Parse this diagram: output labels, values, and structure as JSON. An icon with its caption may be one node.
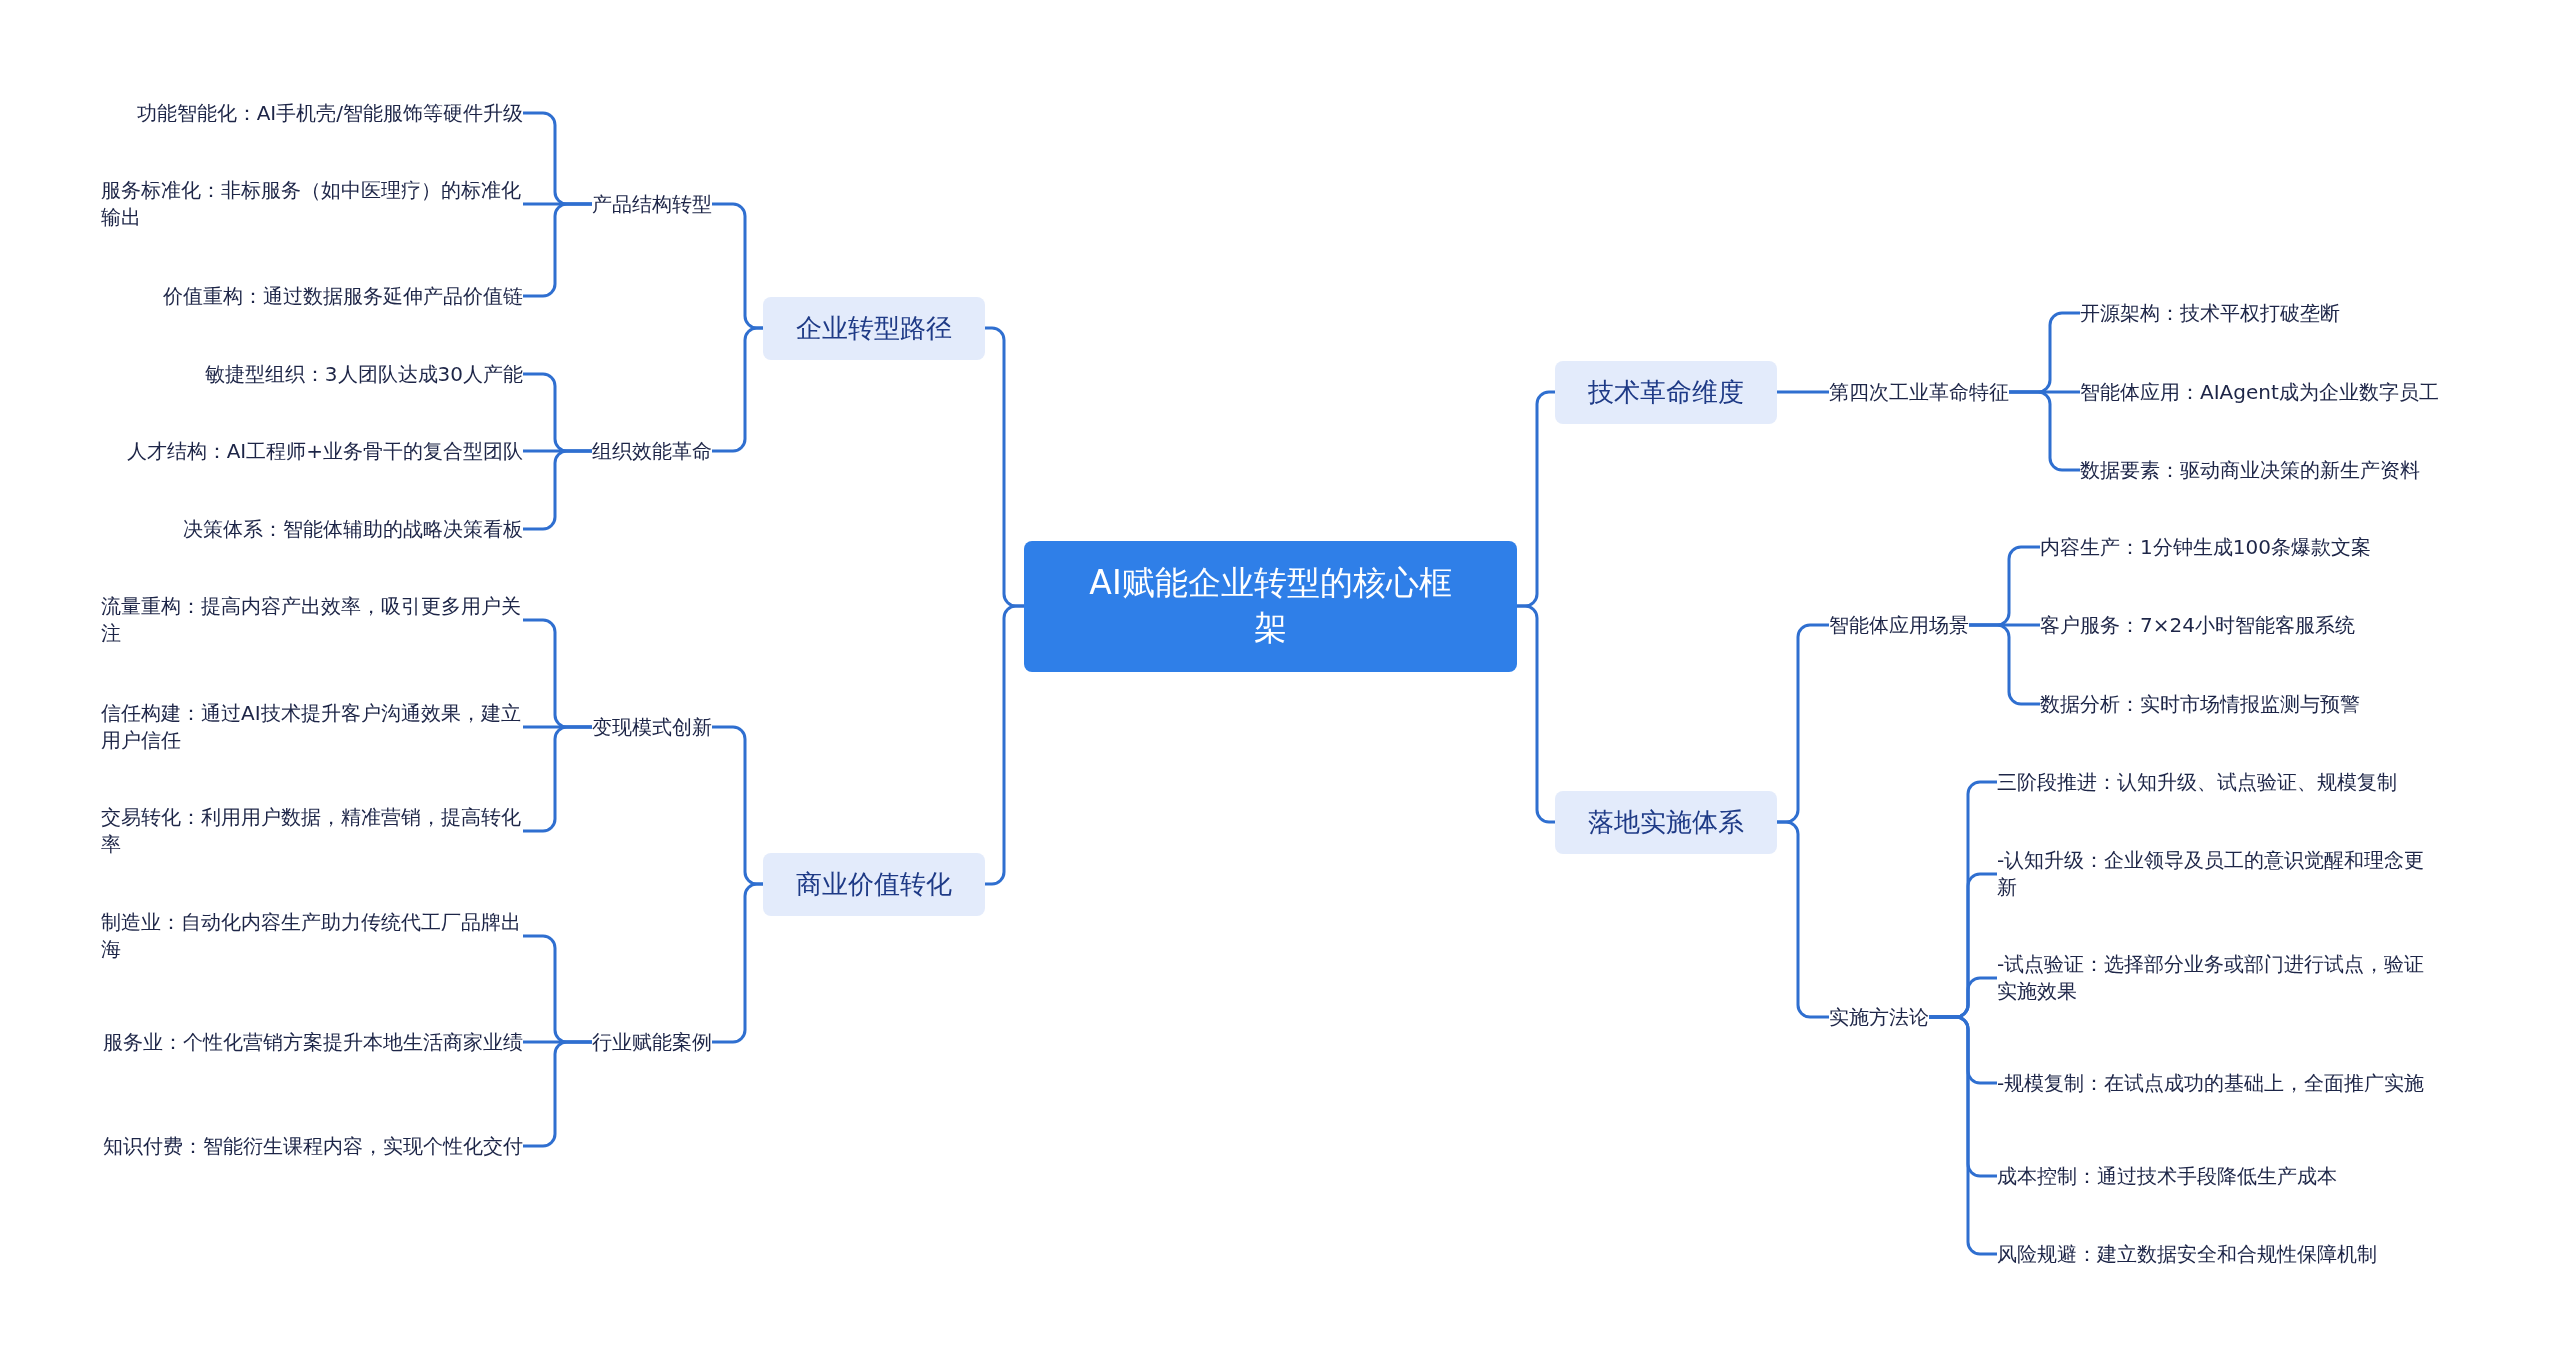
{
  "diagram": {
    "nodes": [
      {
        "text": [
          "AI赋能企业转型的核心框架"
        ]
      },
      {
        "text": [
          "企业转型路径"
        ]
      },
      {
        "text": [
          "产品结构转型"
        ]
      },
      {
        "text": [
          "功能智能化：AI手机壳/智能服饰等硬件升级"
        ]
      },
      {
        "text": [
          "服务标准化：非标服务（如中医理疗）的标准化输出"
        ]
      },
      {
        "text": [
          "价值重构：通过数据服务延伸产品价值链"
        ]
      },
      {
        "text": [
          "组织效能革命"
        ]
      },
      {
        "text": [
          "敏捷型组织：3人团队达成30人产能"
        ]
      },
      {
        "text": [
          "人才结构：AI工程师+业务骨干的复合型团队"
        ]
      },
      {
        "text": [
          "决策体系：智能体辅助的战略决策看板"
        ]
      },
      {
        "text": [
          "商业价值转化"
        ]
      },
      {
        "text": [
          "变现模式创新"
        ]
      },
      {
        "text": [
          "流量重构：提高内容产出效率，吸引更多用户关注"
        ]
      },
      {
        "text": [
          "信任构建：通过AI技术提升客户沟通效果，建立用户信任"
        ]
      },
      {
        "text": [
          "交易转化：利用用户数据，精准营销，提高转化率"
        ]
      },
      {
        "text": [
          "行业赋能案例"
        ]
      },
      {
        "text": [
          "制造业：自动化内容生产助力传统代工厂品牌出海"
        ]
      },
      {
        "text": [
          "服务业：个性化营销方案提升本地生活商家业绩"
        ]
      },
      {
        "text": [
          "知识付费：智能衍生课程内容，实现个性化交付"
        ]
      },
      {
        "text": [
          "技术革命维度"
        ]
      },
      {
        "text": [
          "第四次工业革命特征"
        ]
      },
      {
        "text": [
          "开源架构：技术平权打破垄断"
        ]
      },
      {
        "text": [
          "智能体应用：AIAgent成为企业数字员工"
        ]
      },
      {
        "text": [
          "数据要素：驱动商业决策的新生产资料"
        ]
      },
      {
        "text": [
          "落地实施体系"
        ]
      },
      {
        "text": [
          "智能体应用场景"
        ]
      },
      {
        "text": [
          "内容生产：1分钟生成100条爆款文案"
        ]
      },
      {
        "text": [
          "客户服务：7×24小时智能客服系统"
        ]
      },
      {
        "text": [
          "数据分析：实时市场情报监测与预警"
        ]
      },
      {
        "text": [
          "实施方法论"
        ]
      },
      {
        "text": [
          "三阶段推进：认知升级、试点验证、规模复制"
        ]
      },
      {
        "text": [
          "-认知升级：企业领导及员工的意识觉醒和理念更新"
        ]
      },
      {
        "text": [
          "-试点验证：选择部分业务或部门进行试点，验证实施效果"
        ]
      },
      {
        "text": [
          "-规模复制：在试点成功的基础上，全面推广实施"
        ]
      },
      {
        "text": [
          "成本控制：通过技术手段降低生产成本"
        ]
      },
      {
        "text": [
          "风险规避：建立数据安全和合规性保障机制"
        ]
      }
    ],
    "edges": [
      {
        "from": 0,
        "to": 1,
        "arrow": "none"
      },
      {
        "from": 1,
        "to": 2,
        "arrow": "none"
      },
      {
        "from": 2,
        "to": 3,
        "arrow": "none"
      },
      {
        "from": 2,
        "to": 4,
        "arrow": "none"
      },
      {
        "from": 2,
        "to": 5,
        "arrow": "none"
      },
      {
        "from": 1,
        "to": 6,
        "arrow": "none"
      },
      {
        "from": 6,
        "to": 7,
        "arrow": "none"
      },
      {
        "from": 6,
        "to": 8,
        "arrow": "none"
      },
      {
        "from": 6,
        "to": 9,
        "arrow": "none"
      },
      {
        "from": 0,
        "to": 10,
        "arrow": "none"
      },
      {
        "from": 10,
        "to": 11,
        "arrow": "none"
      },
      {
        "from": 11,
        "to": 12,
        "arrow": "none"
      },
      {
        "from": 11,
        "to": 13,
        "arrow": "none"
      },
      {
        "from": 11,
        "to": 14,
        "arrow": "none"
      },
      {
        "from": 10,
        "to": 15,
        "arrow": "none"
      },
      {
        "from": 15,
        "to": 16,
        "arrow": "none"
      },
      {
        "from": 15,
        "to": 17,
        "arrow": "none"
      },
      {
        "from": 15,
        "to": 18,
        "arrow": "none"
      },
      {
        "from": 0,
        "to": 19,
        "arrow": "none"
      },
      {
        "from": 19,
        "to": 20,
        "arrow": "none"
      },
      {
        "from": 20,
        "to": 21,
        "arrow": "none"
      },
      {
        "from": 20,
        "to": 22,
        "arrow": "none"
      },
      {
        "from": 20,
        "to": 23,
        "arrow": "none"
      },
      {
        "from": 0,
        "to": 24,
        "arrow": "none"
      },
      {
        "from": 24,
        "to": 25,
        "arrow": "none"
      },
      {
        "from": 25,
        "to": 26,
        "arrow": "none"
      },
      {
        "from": 25,
        "to": 27,
        "arrow": "none"
      },
      {
        "from": 25,
        "to": 28,
        "arrow": "none"
      },
      {
        "from": 24,
        "to": 29,
        "arrow": "none"
      },
      {
        "from": 29,
        "to": 30,
        "arrow": "none"
      },
      {
        "from": 29,
        "to": 31,
        "arrow": "none"
      },
      {
        "from": 29,
        "to": 32,
        "arrow": "none"
      },
      {
        "from": 29,
        "to": 33,
        "arrow": "none"
      },
      {
        "from": 29,
        "to": 34,
        "arrow": "none"
      },
      {
        "from": 29,
        "to": 35,
        "arrow": "none"
      }
    ]
  }
}
